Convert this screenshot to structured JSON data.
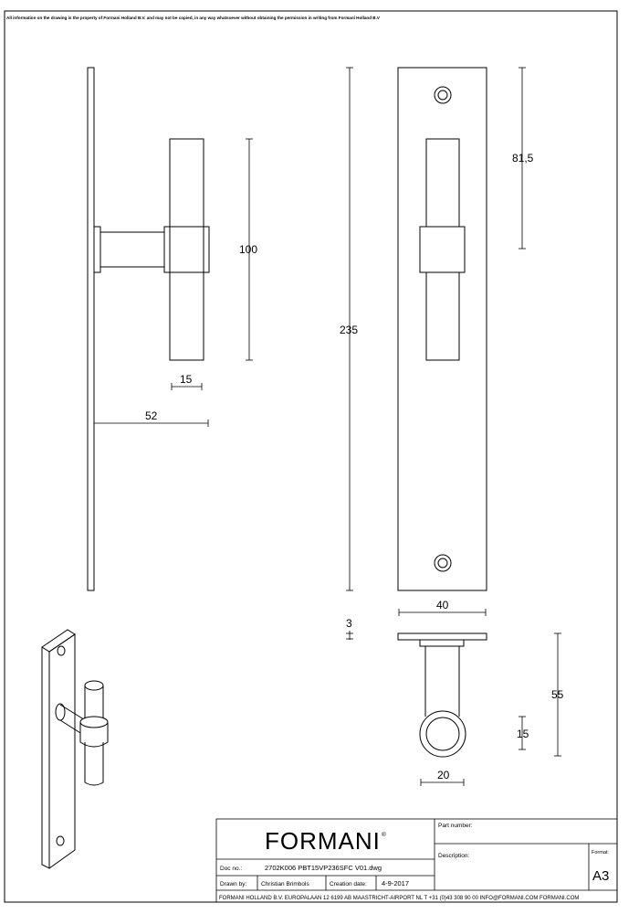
{
  "notice": "All information on the drawing is the property of Formani Holland B.V. and may not be copied, in any way whatsoever without obtaining the permission in writing from Formani Holland B.V",
  "dimensions": {
    "side_handle_height": "100",
    "side_bar_diameter": "15",
    "side_projection": "52",
    "plate_height": "235",
    "handle_top_offset": "81,5",
    "plate_width": "40",
    "plate_thickness": "3",
    "bottom_projection": "55",
    "bottom_bar_diameter": "15",
    "bottom_rose_diameter": "20"
  },
  "title_block": {
    "brand": "FORMANI",
    "registered": "®",
    "doc_no_label": "Doc no.:",
    "doc_no": "2702K006  PBT15VP236SFC  V01.dwg",
    "drawn_by_label": "Drawn by:",
    "drawn_by": "Christian Brimbols",
    "creation_date_label": "Creation date:",
    "creation_date": "4-9-2017",
    "part_number_label": "Part number:",
    "description_label": "Description:",
    "format_label": "Format:",
    "format": "A3",
    "footer": "FORMANI HOLLAND B.V.   EUROPALAAN 12  6199 AB MAASTRICHT-AIRPORT NL   T +31 (0)43 308 90 00  INFO@FORMANI.COM  FORMANI.COM"
  }
}
